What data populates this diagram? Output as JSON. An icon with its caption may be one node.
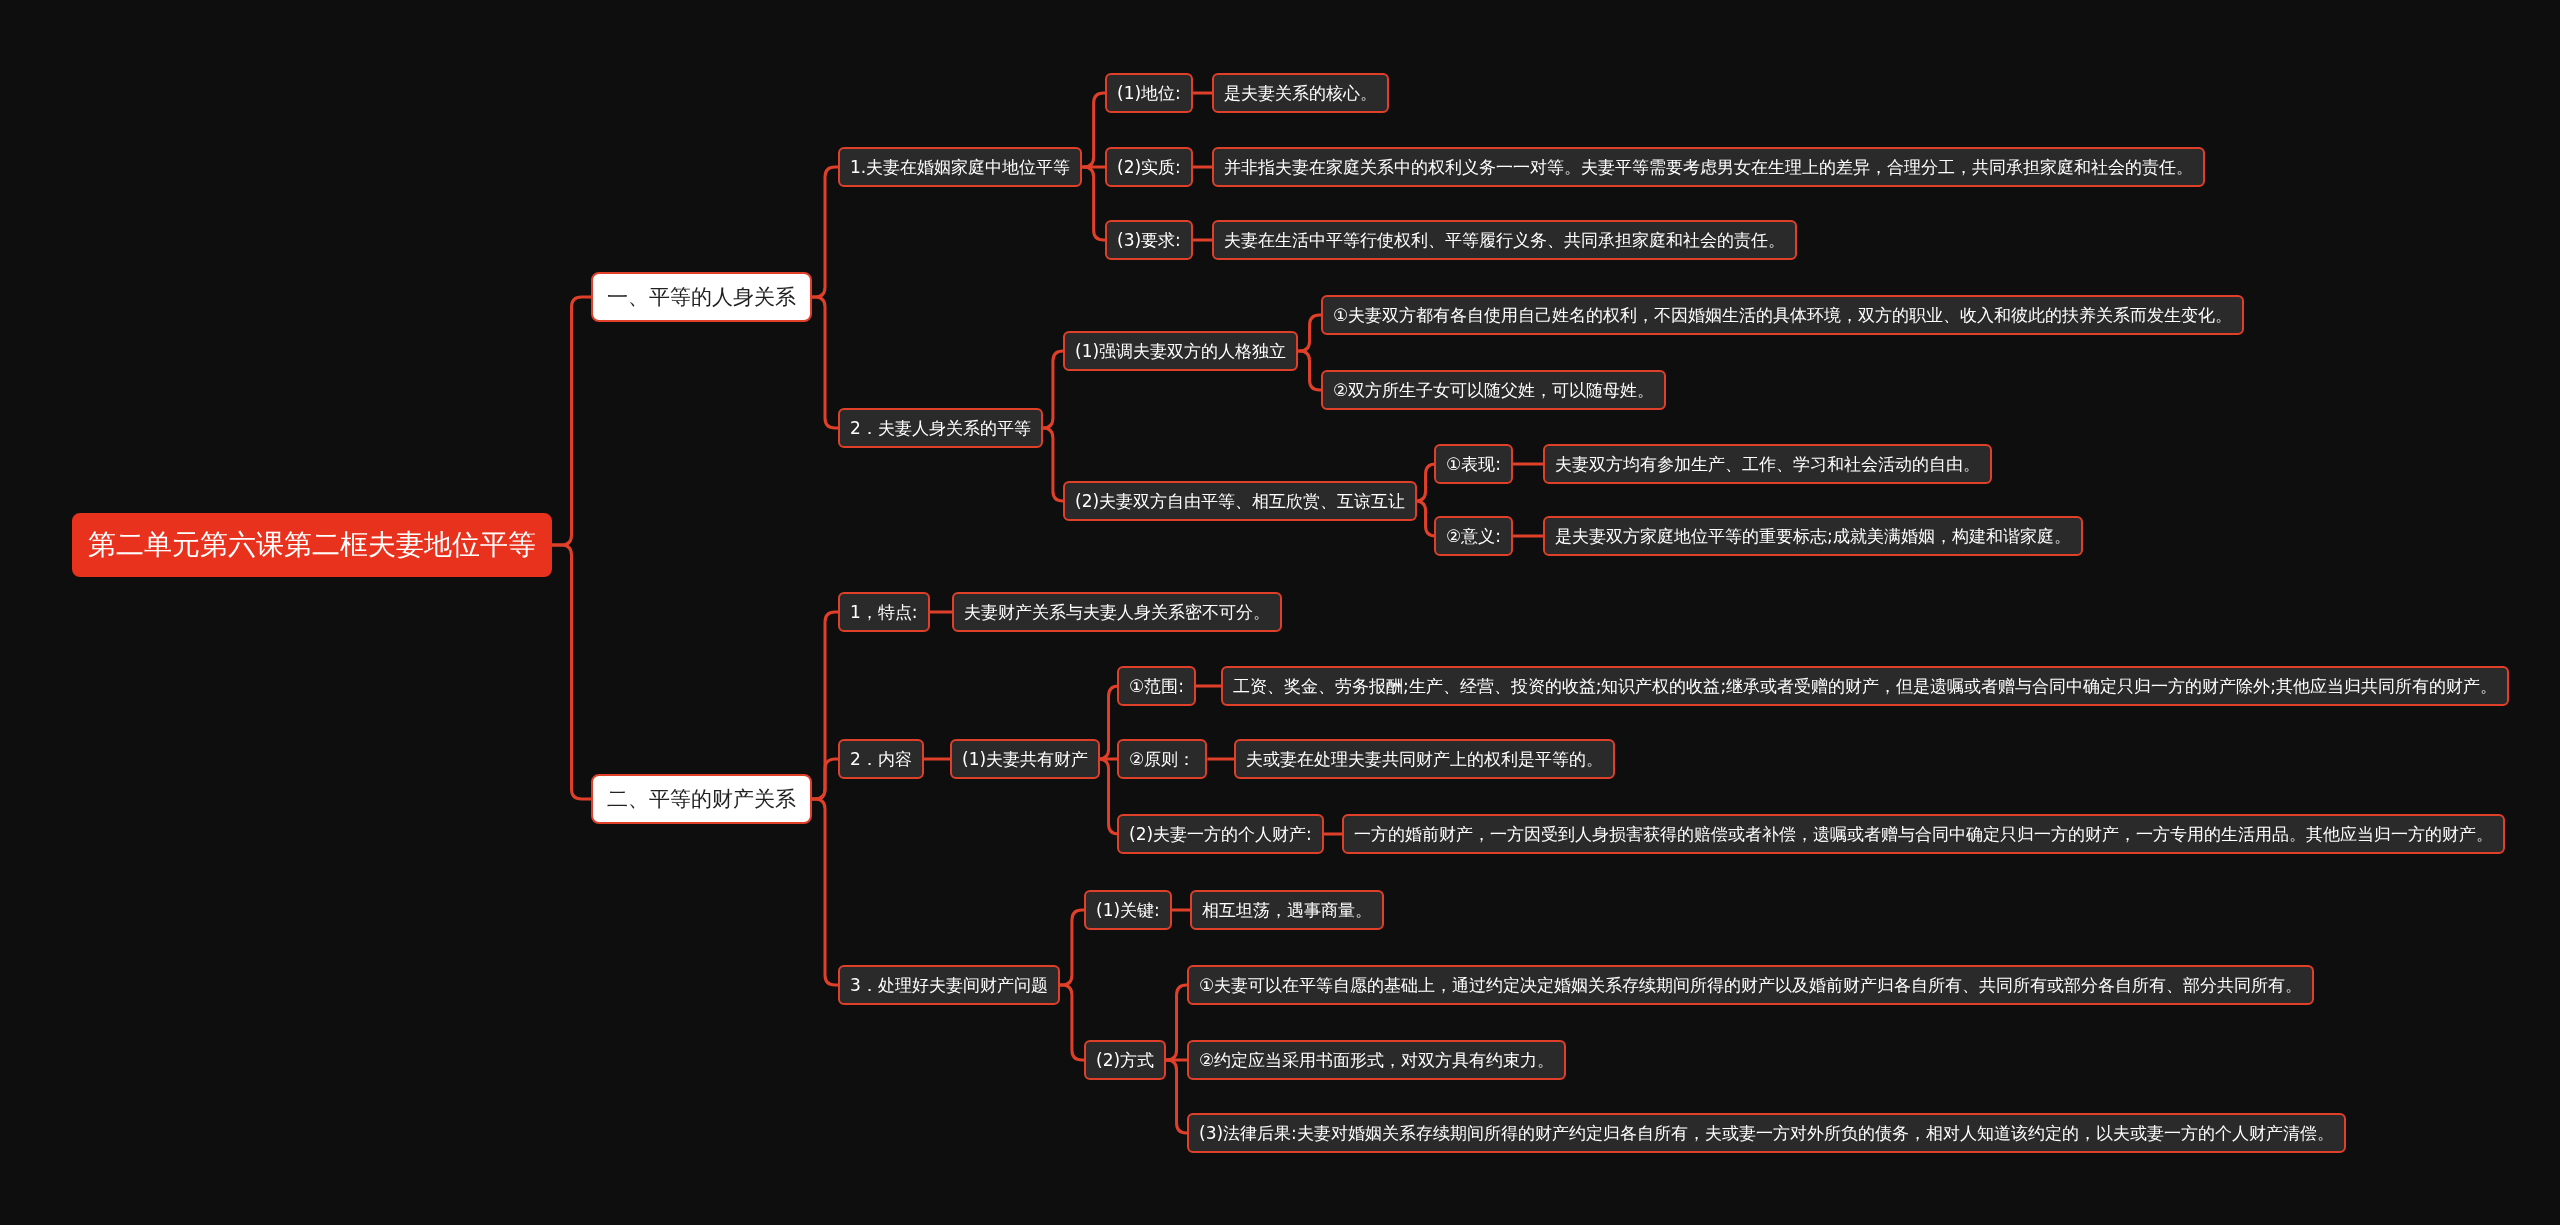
{
  "diagram": {
    "nodes": [
      {
        "text": [
          "第二单元第六课第二框夫妻地位平等"
        ]
      },
      {
        "text": [
          "一、平等的人身关系"
        ]
      },
      {
        "text": [
          "1.夫妻在婚姻家庭中地位平等"
        ]
      },
      {
        "text": [
          "(1)地位:"
        ]
      },
      {
        "text": [
          "是夫妻关系的核心。"
        ]
      },
      {
        "text": [
          "(2)实质:"
        ]
      },
      {
        "text": [
          "并非指夫妻在家庭关系中的权利义务一一对等。夫妻平等需要考虑男女在生理上的差异，合理分工，共同承担家庭和社会的责任。"
        ]
      },
      {
        "text": [
          "(3)要求:"
        ]
      },
      {
        "text": [
          "夫妻在生活中平等行使权利、平等履行义务、共同承担家庭和社会的责任。"
        ]
      },
      {
        "text": [
          "2．夫妻人身关系的平等"
        ]
      },
      {
        "text": [
          "(1)强调夫妻双方的人格独立"
        ]
      },
      {
        "text": [
          "①夫妻双方都有各自使用自己姓名的权利，不因婚姻生活的具体环境，双方的职业、收入和彼此的扶养关系而发生变化。"
        ]
      },
      {
        "text": [
          "②双方所生子女可以随父姓，可以随母姓。"
        ]
      },
      {
        "text": [
          "(2)夫妻双方自由平等、相互欣赏、互谅互让"
        ]
      },
      {
        "text": [
          "①表现:"
        ]
      },
      {
        "text": [
          "夫妻双方均有参加生产、工作、学习和社会活动的自由。"
        ]
      },
      {
        "text": [
          "②意义:"
        ]
      },
      {
        "text": [
          "是夫妻双方家庭地位平等的重要标志;成就美满婚姻，构建和谐家庭。"
        ]
      },
      {
        "text": [
          "二、平等的财产关系"
        ]
      },
      {
        "text": [
          "1，特点:"
        ]
      },
      {
        "text": [
          "夫妻财产关系与夫妻人身关系密不可分。"
        ]
      },
      {
        "text": [
          "2．内容"
        ]
      },
      {
        "text": [
          "(1)夫妻共有财产"
        ]
      },
      {
        "text": [
          "①范围:"
        ]
      },
      {
        "text": [
          "工资、奖金、劳务报酬;生产、经营、投资的收益;知识产权的收益;继承或者受赠的财产，但是遗嘱或者赠与合同中确定只归一方的财产除外;其他应当归共同所有的财产。"
        ]
      },
      {
        "text": [
          "②原则："
        ]
      },
      {
        "text": [
          "夫或妻在处理夫妻共同财产上的权利是平等的。"
        ]
      },
      {
        "text": [
          "(2)夫妻一方的个人财产:"
        ]
      },
      {
        "text": [
          "一方的婚前财产，一方因受到人身损害获得的赔偿或者补偿，遗嘱或者赠与合同中确定只归一方的财产，一方专用的生活用品。其他应当归一方的财产。"
        ]
      },
      {
        "text": [
          "3．处理好夫妻间财产问题"
        ]
      },
      {
        "text": [
          "(1)关键:"
        ]
      },
      {
        "text": [
          "相互坦荡，遇事商量。"
        ]
      },
      {
        "text": [
          "(2)方式"
        ]
      },
      {
        "text": [
          "①夫妻可以在平等自愿的基础上，通过约定决定婚姻关系存续期间所得的财产以及婚前财产归各自所有、共同所有或部分各自所有、部分共同所有。"
        ]
      },
      {
        "text": [
          "②约定应当采用书面形式，对双方具有约束力。"
        ]
      },
      {
        "text": [
          "(3)法律后果:夫妻对婚姻关系存续期间所得的财产约定归各自所有，夫或妻一方对外所负的债务，相对人知道该约定的，以夫或妻一方的个人财产清偿。"
        ]
      }
    ],
    "edges": [
      {
        "from": 0,
        "to": 1,
        "arrow": "none"
      },
      {
        "from": 1,
        "to": 2,
        "arrow": "none"
      },
      {
        "from": 2,
        "to": 3,
        "arrow": "none"
      },
      {
        "from": 3,
        "to": 4,
        "arrow": "none"
      },
      {
        "from": 2,
        "to": 5,
        "arrow": "none"
      },
      {
        "from": 5,
        "to": 6,
        "arrow": "none"
      },
      {
        "from": 2,
        "to": 7,
        "arrow": "none"
      },
      {
        "from": 7,
        "to": 8,
        "arrow": "none"
      },
      {
        "from": 1,
        "to": 9,
        "arrow": "none"
      },
      {
        "from": 9,
        "to": 10,
        "arrow": "none"
      },
      {
        "from": 10,
        "to": 11,
        "arrow": "none"
      },
      {
        "from": 10,
        "to": 12,
        "arrow": "none"
      },
      {
        "from": 9,
        "to": 13,
        "arrow": "none"
      },
      {
        "from": 13,
        "to": 14,
        "arrow": "none"
      },
      {
        "from": 14,
        "to": 15,
        "arrow": "none"
      },
      {
        "from": 13,
        "to": 16,
        "arrow": "none"
      },
      {
        "from": 16,
        "to": 17,
        "arrow": "none"
      },
      {
        "from": 0,
        "to": 18,
        "arrow": "none"
      },
      {
        "from": 18,
        "to": 19,
        "arrow": "none"
      },
      {
        "from": 19,
        "to": 20,
        "arrow": "none"
      },
      {
        "from": 18,
        "to": 21,
        "arrow": "none"
      },
      {
        "from": 21,
        "to": 22,
        "arrow": "none"
      },
      {
        "from": 22,
        "to": 23,
        "arrow": "none"
      },
      {
        "from": 23,
        "to": 24,
        "arrow": "none"
      },
      {
        "from": 22,
        "to": 25,
        "arrow": "none"
      },
      {
        "from": 25,
        "to": 26,
        "arrow": "none"
      },
      {
        "from": 22,
        "to": 27,
        "arrow": "none"
      },
      {
        "from": 27,
        "to": 28,
        "arrow": "none"
      },
      {
        "from": 18,
        "to": 29,
        "arrow": "none"
      },
      {
        "from": 29,
        "to": 30,
        "arrow": "none"
      },
      {
        "from": 30,
        "to": 31,
        "arrow": "none"
      },
      {
        "from": 29,
        "to": 32,
        "arrow": "none"
      },
      {
        "from": 32,
        "to": 33,
        "arrow": "none"
      },
      {
        "from": 32,
        "to": 34,
        "arrow": "none"
      },
      {
        "from": 32,
        "to": 35,
        "arrow": "none"
      }
    ]
  }
}
